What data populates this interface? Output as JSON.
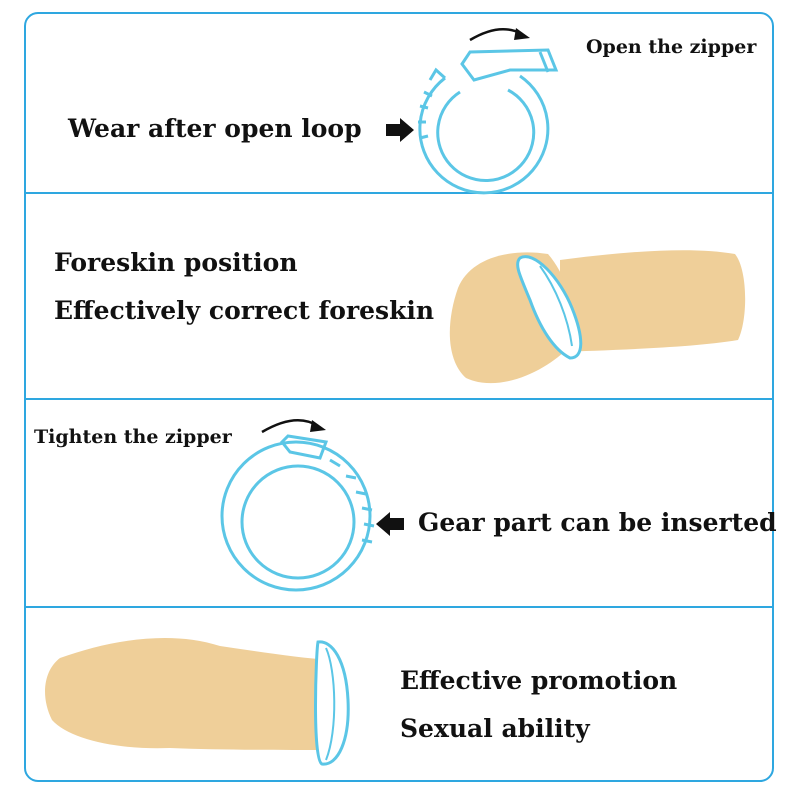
{
  "colors": {
    "frame": "#2ea7e0",
    "ring_stroke": "#5bc6e6",
    "skin": "#efcf99",
    "arrow": "#111111"
  },
  "panel1": {
    "caption": "Open the zipper",
    "label": "Wear after open loop",
    "icons": [
      "curved-arrow-icon",
      "pointer-arrow-right-icon",
      "open-ring-icon"
    ]
  },
  "panel2": {
    "line1": "Foreskin position",
    "line2": "Effectively correct foreskin",
    "icons": [
      "shaft-with-ring-illustration"
    ]
  },
  "panel3": {
    "caption": "Tighten the zipper",
    "label": "Gear part can be inserted",
    "icons": [
      "curved-arrow-icon",
      "pointer-arrow-left-icon",
      "closed-ring-icon"
    ]
  },
  "panel4": {
    "line1": "Effective promotion",
    "line2": "Sexual ability",
    "icons": [
      "shaft-with-base-ring-illustration"
    ]
  }
}
